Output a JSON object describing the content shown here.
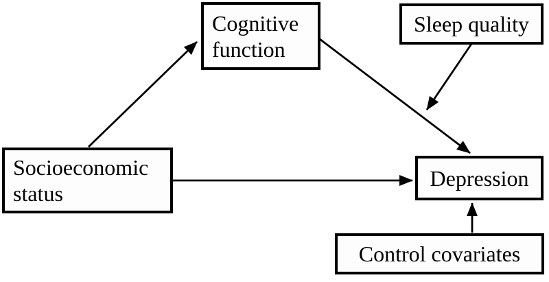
{
  "diagram": {
    "type": "path-model",
    "background_color": "#ffffff",
    "box_fill_color": "#fdfdfd",
    "box_border_color": "#000000",
    "line_color": "#000000",
    "text_color": "#000000",
    "nodes": [
      {
        "id": "socioeconomic-status",
        "label": "Socioeconomic status"
      },
      {
        "id": "cognitive-function",
        "label": "Cognitive function"
      },
      {
        "id": "sleep-quality",
        "label": "Sleep quality"
      },
      {
        "id": "depression",
        "label": "Depression"
      },
      {
        "id": "control-covariates",
        "label": "Control covariates"
      }
    ],
    "edges": [
      {
        "from": "Socioeconomic status",
        "to": "Cognitive function",
        "kind": "direct"
      },
      {
        "from": "Cognitive function",
        "to": "Depression",
        "kind": "direct"
      },
      {
        "from": "Sleep quality",
        "to": "Cognitive function-Depression path",
        "kind": "moderation"
      },
      {
        "from": "Socioeconomic status",
        "to": "Depression",
        "kind": "direct"
      },
      {
        "from": "Control covariates",
        "to": "Depression",
        "kind": "direct"
      }
    ]
  }
}
